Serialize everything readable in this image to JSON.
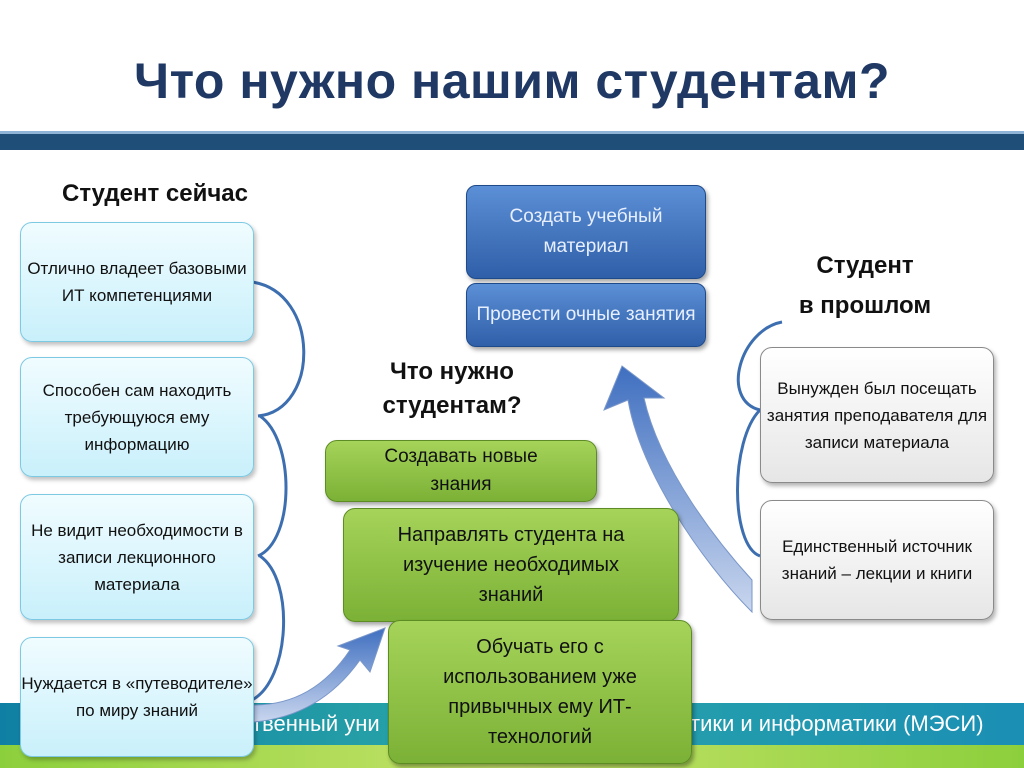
{
  "title": "Что нужно нашим студентам?",
  "footer": {
    "left_text": "твенный уни",
    "right_text": "тики и информатики (МЭСИ)"
  },
  "left": {
    "heading": "Студент сейчас",
    "boxes": [
      "Отлично владеет базовыми ИТ компетенциями",
      "Способен сам находить требующуюся ему информацию",
      "Не видит необходимости в записи лекционного материала",
      "Нуждается в «путеводителе» по миру знаний"
    ]
  },
  "right": {
    "heading_line1": "Студент",
    "heading_line2": "в прошлом",
    "boxes": [
      "Вынужден был посещать занятия преподавателя для записи материала",
      "Единственный источник знаний – лекции и книги"
    ]
  },
  "center": {
    "heading_line1": "Что нужно",
    "heading_line2": "студентам?",
    "blue_boxes": [
      "Создать учебный материал",
      "Провести очные занятия"
    ],
    "green_boxes": [
      "Создавать новые знания",
      "Направлять студента на изучение необходимых знаний",
      "Обучать его с использованием уже привычных ему ИТ-технологий"
    ]
  },
  "colors": {
    "title": "#1f3864",
    "connector": "#3d6fb0",
    "arrow": "#5f86c8"
  }
}
